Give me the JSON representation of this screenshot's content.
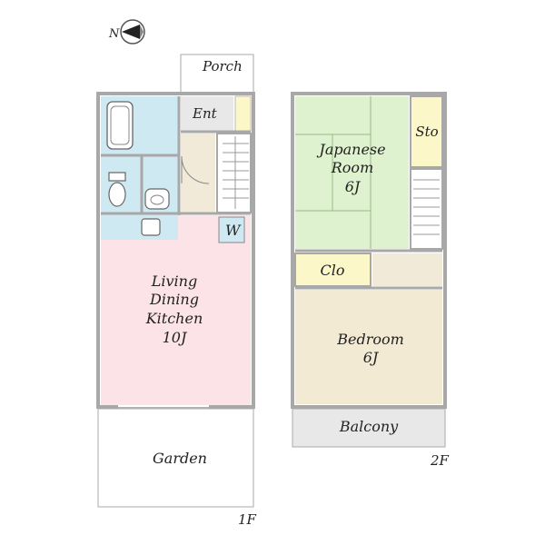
{
  "compass": {
    "north_label": "N"
  },
  "floor1": {
    "label": "1F",
    "rooms": {
      "porch": "Porch",
      "entrance": "Ent",
      "washer": "W",
      "ldk": [
        "Living",
        "Dining",
        "Kitchen",
        "10J"
      ],
      "garden": "Garden"
    }
  },
  "floor2": {
    "label": "2F",
    "rooms": {
      "japanese": [
        "Japanese",
        "Room",
        "6J"
      ],
      "storage": "Sto",
      "closet": "Clo",
      "bedroom": [
        "Bedroom",
        "6J"
      ],
      "balcony": "Balcony"
    }
  },
  "colors": {
    "wet_area": "#cfe9f3",
    "ldk": "#fbe3e8",
    "japanese": "#def2cf",
    "bedroom": "#f3ead4",
    "closet": "#fbf7c9",
    "storage": "#fbf7c9",
    "hall": "#f1ead8",
    "balcony": "#e8e8e8",
    "entrance": "#e8e8e8",
    "wall": "#a8a8a8"
  }
}
